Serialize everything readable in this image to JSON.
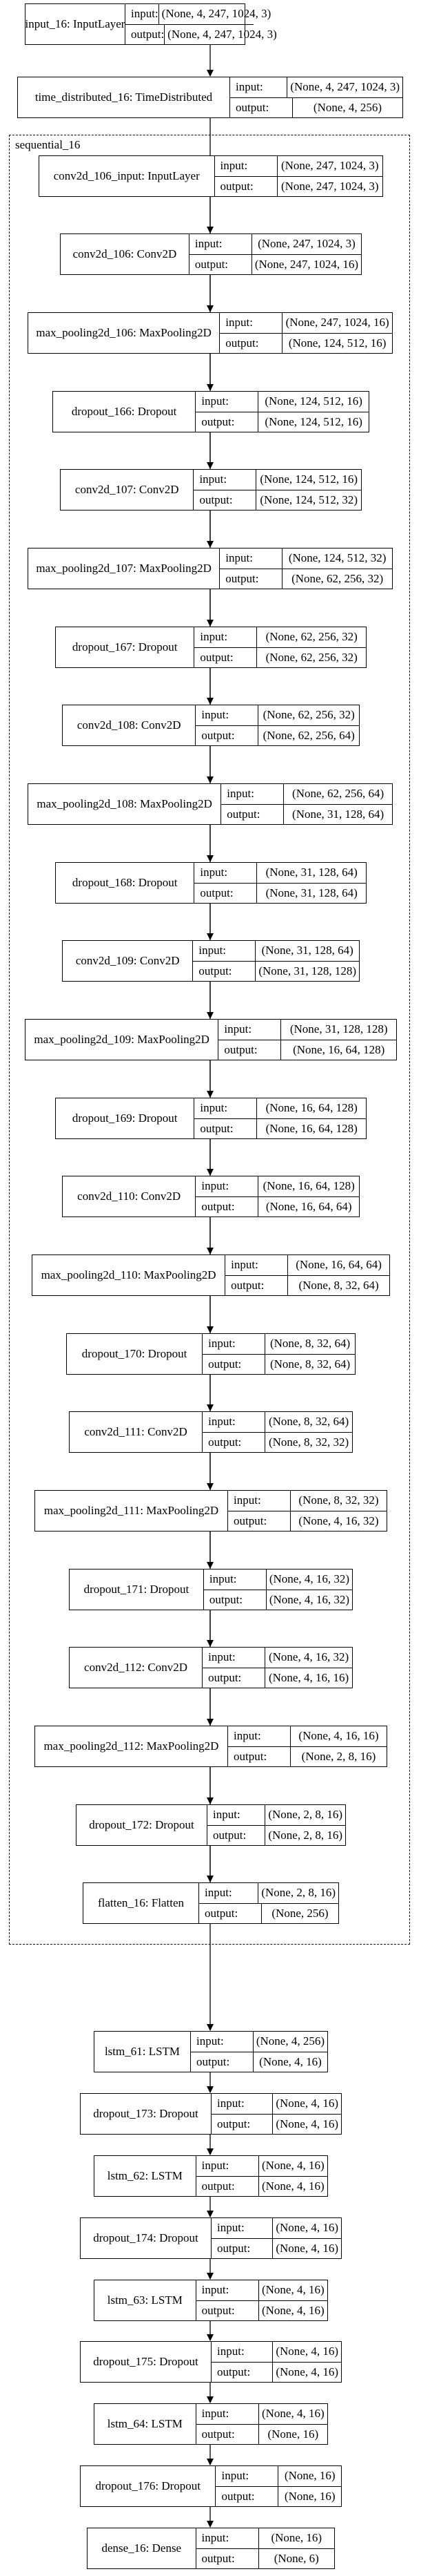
{
  "cluster": {
    "title": "sequential_16"
  },
  "labels": {
    "input": "input:",
    "output": "output:"
  },
  "nodes": [
    {
      "id": "n0",
      "name": "input_16: InputLayer",
      "input": "(None, 4, 247, 1024, 3)",
      "output": "(None, 4, 247, 1024, 3)"
    },
    {
      "id": "n1",
      "name": "time_distributed_16: TimeDistributed",
      "input": "(None, 4, 247, 1024, 3)",
      "output": "(None, 4, 256)"
    },
    {
      "id": "n2",
      "name": "conv2d_106_input: InputLayer",
      "input": "(None, 247, 1024, 3)",
      "output": "(None, 247, 1024, 3)"
    },
    {
      "id": "n3",
      "name": "conv2d_106: Conv2D",
      "input": "(None, 247, 1024, 3)",
      "output": "(None, 247, 1024, 16)"
    },
    {
      "id": "n4",
      "name": "max_pooling2d_106: MaxPooling2D",
      "input": "(None, 247, 1024, 16)",
      "output": "(None, 124, 512, 16)"
    },
    {
      "id": "n5",
      "name": "dropout_166: Dropout",
      "input": "(None, 124, 512, 16)",
      "output": "(None, 124, 512, 16)"
    },
    {
      "id": "n6",
      "name": "conv2d_107: Conv2D",
      "input": "(None, 124, 512, 16)",
      "output": "(None, 124, 512, 32)"
    },
    {
      "id": "n7",
      "name": "max_pooling2d_107: MaxPooling2D",
      "input": "(None, 124, 512, 32)",
      "output": "(None, 62, 256, 32)"
    },
    {
      "id": "n8",
      "name": "dropout_167: Dropout",
      "input": "(None, 62, 256, 32)",
      "output": "(None, 62, 256, 32)"
    },
    {
      "id": "n9",
      "name": "conv2d_108: Conv2D",
      "input": "(None, 62, 256, 32)",
      "output": "(None, 62, 256, 64)"
    },
    {
      "id": "n10",
      "name": "max_pooling2d_108: MaxPooling2D",
      "input": "(None, 62, 256, 64)",
      "output": "(None, 31, 128, 64)"
    },
    {
      "id": "n11",
      "name": "dropout_168: Dropout",
      "input": "(None, 31, 128, 64)",
      "output": "(None, 31, 128, 64)"
    },
    {
      "id": "n12",
      "name": "conv2d_109: Conv2D",
      "input": "(None, 31, 128, 64)",
      "output": "(None, 31, 128, 128)"
    },
    {
      "id": "n13",
      "name": "max_pooling2d_109: MaxPooling2D",
      "input": "(None, 31, 128, 128)",
      "output": "(None, 16, 64, 128)"
    },
    {
      "id": "n14",
      "name": "dropout_169: Dropout",
      "input": "(None, 16, 64, 128)",
      "output": "(None, 16, 64, 128)"
    },
    {
      "id": "n15",
      "name": "conv2d_110: Conv2D",
      "input": "(None, 16, 64, 128)",
      "output": "(None, 16, 64, 64)"
    },
    {
      "id": "n16",
      "name": "max_pooling2d_110: MaxPooling2D",
      "input": "(None, 16, 64, 64)",
      "output": "(None, 8, 32, 64)"
    },
    {
      "id": "n17",
      "name": "dropout_170: Dropout",
      "input": "(None, 8, 32, 64)",
      "output": "(None, 8, 32, 64)"
    },
    {
      "id": "n18",
      "name": "conv2d_111: Conv2D",
      "input": "(None, 8, 32, 64)",
      "output": "(None, 8, 32, 32)"
    },
    {
      "id": "n19",
      "name": "max_pooling2d_111: MaxPooling2D",
      "input": "(None, 8, 32, 32)",
      "output": "(None, 4, 16, 32)"
    },
    {
      "id": "n20",
      "name": "dropout_171: Dropout",
      "input": "(None, 4, 16, 32)",
      "output": "(None, 4, 16, 32)"
    },
    {
      "id": "n21",
      "name": "conv2d_112: Conv2D",
      "input": "(None, 4, 16, 32)",
      "output": "(None, 4, 16, 16)"
    },
    {
      "id": "n22",
      "name": "max_pooling2d_112: MaxPooling2D",
      "input": "(None, 4, 16, 16)",
      "output": "(None, 2, 8, 16)"
    },
    {
      "id": "n23",
      "name": "dropout_172: Dropout",
      "input": "(None, 2, 8, 16)",
      "output": "(None, 2, 8, 16)"
    },
    {
      "id": "n24",
      "name": "flatten_16: Flatten",
      "input": "(None, 2, 8, 16)",
      "output": "(None, 256)"
    },
    {
      "id": "n25",
      "name": "lstm_61: LSTM",
      "input": "(None, 4, 256)",
      "output": "(None, 4, 16)"
    },
    {
      "id": "n26",
      "name": "dropout_173: Dropout",
      "input": "(None, 4, 16)",
      "output": "(None, 4, 16)"
    },
    {
      "id": "n27",
      "name": "lstm_62: LSTM",
      "input": "(None, 4, 16)",
      "output": "(None, 4, 16)"
    },
    {
      "id": "n28",
      "name": "dropout_174: Dropout",
      "input": "(None, 4, 16)",
      "output": "(None, 4, 16)"
    },
    {
      "id": "n29",
      "name": "lstm_63: LSTM",
      "input": "(None, 4, 16)",
      "output": "(None, 4, 16)"
    },
    {
      "id": "n30",
      "name": "dropout_175: Dropout",
      "input": "(None, 4, 16)",
      "output": "(None, 4, 16)"
    },
    {
      "id": "n31",
      "name": "lstm_64: LSTM",
      "input": "(None, 4, 16)",
      "output": "(None, 16)"
    },
    {
      "id": "n32",
      "name": "dropout_176: Dropout",
      "input": "(None, 16)",
      "output": "(None, 16)"
    },
    {
      "id": "n33",
      "name": "dense_16: Dense",
      "input": "(None, 16)",
      "output": "(None, 6)"
    }
  ],
  "edges": [
    [
      "n0",
      "n1"
    ],
    [
      "n1",
      "n25"
    ],
    [
      "n2",
      "n3"
    ],
    [
      "n3",
      "n4"
    ],
    [
      "n4",
      "n5"
    ],
    [
      "n5",
      "n6"
    ],
    [
      "n6",
      "n7"
    ],
    [
      "n7",
      "n8"
    ],
    [
      "n8",
      "n9"
    ],
    [
      "n9",
      "n10"
    ],
    [
      "n10",
      "n11"
    ],
    [
      "n11",
      "n12"
    ],
    [
      "n12",
      "n13"
    ],
    [
      "n13",
      "n14"
    ],
    [
      "n14",
      "n15"
    ],
    [
      "n15",
      "n16"
    ],
    [
      "n16",
      "n17"
    ],
    [
      "n17",
      "n18"
    ],
    [
      "n18",
      "n19"
    ],
    [
      "n19",
      "n20"
    ],
    [
      "n20",
      "n21"
    ],
    [
      "n21",
      "n22"
    ],
    [
      "n22",
      "n23"
    ],
    [
      "n23",
      "n24"
    ],
    [
      "n25",
      "n26"
    ],
    [
      "n26",
      "n27"
    ],
    [
      "n27",
      "n28"
    ],
    [
      "n28",
      "n29"
    ],
    [
      "n29",
      "n30"
    ],
    [
      "n30",
      "n31"
    ],
    [
      "n31",
      "n32"
    ],
    [
      "n32",
      "n33"
    ]
  ]
}
